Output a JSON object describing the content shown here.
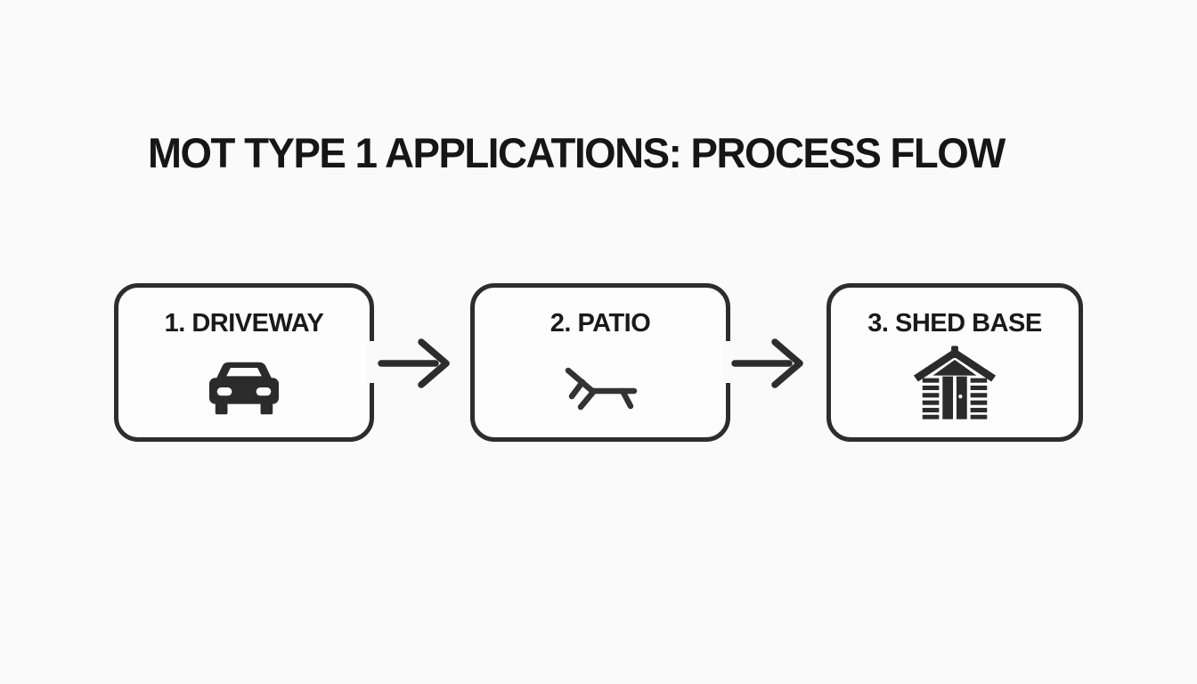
{
  "title": "MOT TYPE 1 APPLICATIONS: PROCESS FLOW",
  "steps": [
    {
      "label": "1. DRIVEWAY",
      "icon": "car-icon"
    },
    {
      "label": "2. PATIO",
      "icon": "sun-lounger-icon"
    },
    {
      "label": "3. SHED BASE",
      "icon": "shed-icon"
    }
  ],
  "arrows": [
    {
      "icon": "arrow-right-icon"
    },
    {
      "icon": "arrow-right-icon"
    }
  ],
  "colors": {
    "background": "#fafafa",
    "box_background": "#fdfdfd",
    "line": "#2d2d2d",
    "text": "#161616"
  }
}
